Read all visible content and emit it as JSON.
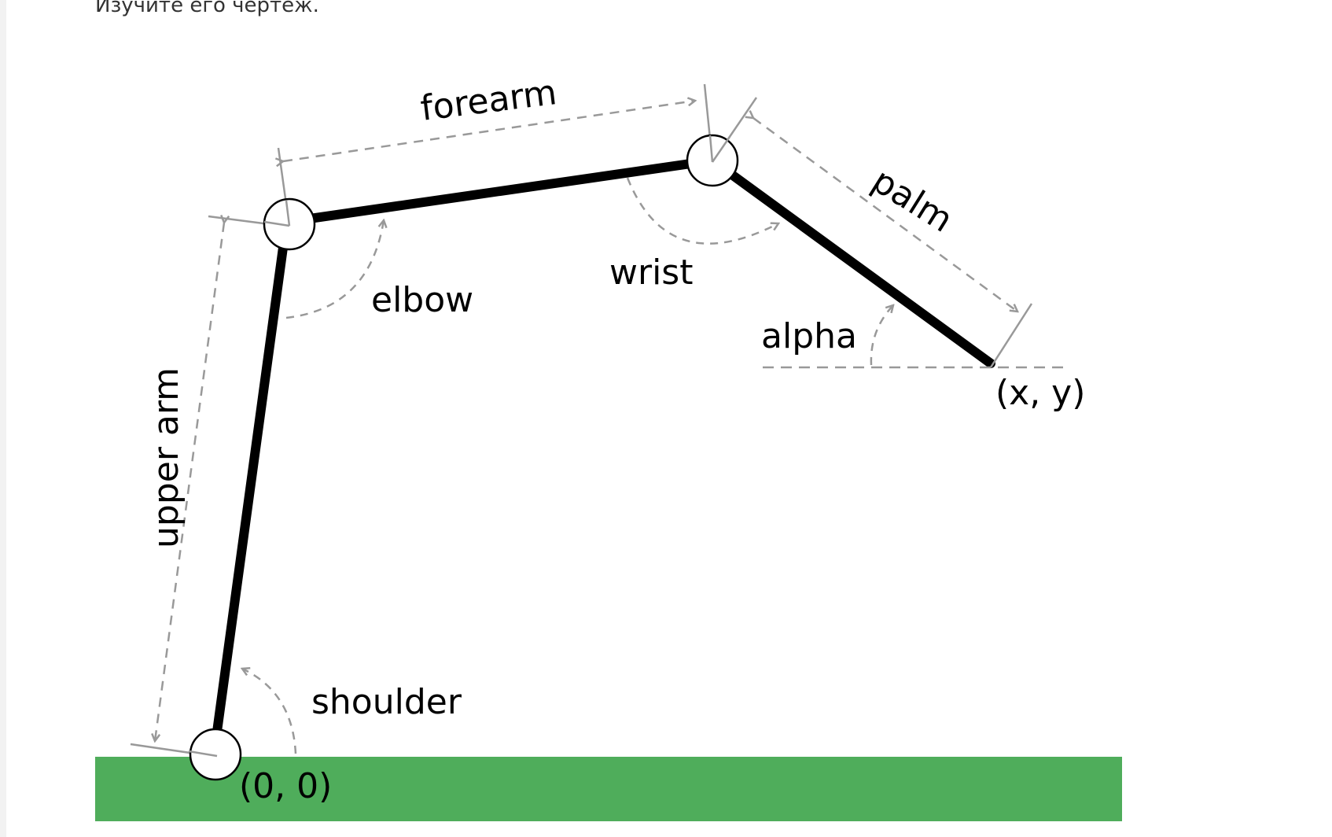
{
  "intro_text": "Изучите его чертёж.",
  "labels": {
    "forearm": "forearm",
    "palm": "palm",
    "wrist": "wrist",
    "elbow": "elbow",
    "alpha": "alpha",
    "upper_arm": "upper arm",
    "shoulder": "shoulder",
    "origin": "(0, 0)",
    "endpoint": "(x, y)"
  },
  "colors": {
    "ground": "#4fad5b",
    "limb": "#000000",
    "guide": "#999999"
  }
}
